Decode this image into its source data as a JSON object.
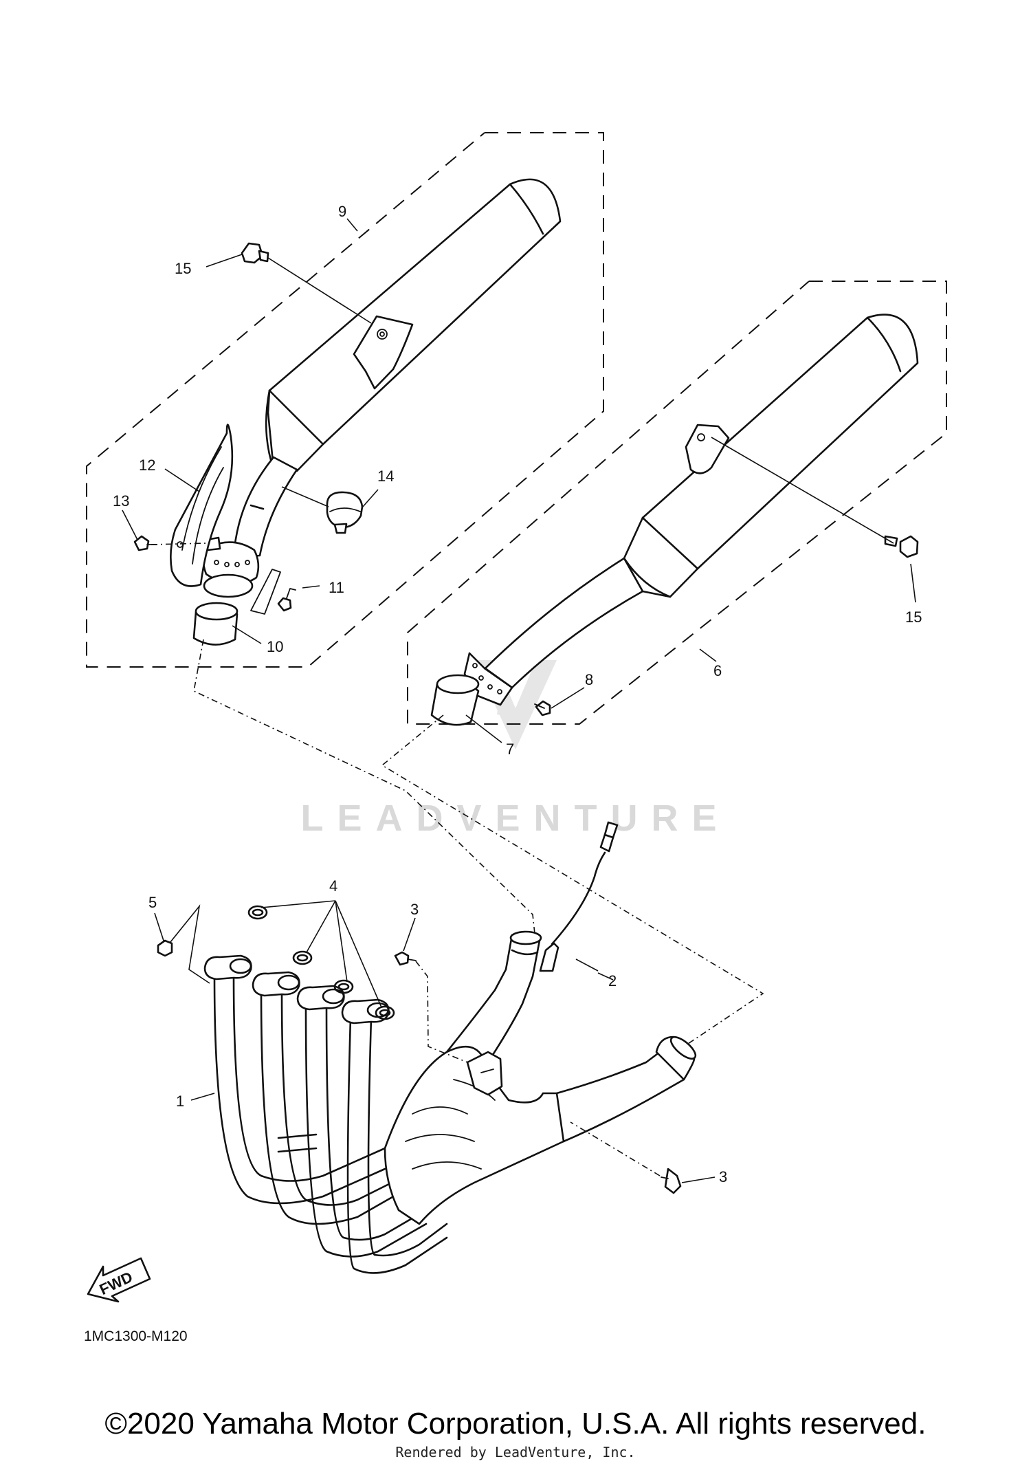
{
  "diagram": {
    "code": "1MC1300-M120",
    "fwd_label": "FWD",
    "watermark_text": "LEADVENTURE",
    "callouts": {
      "c1": "1",
      "c2": "2",
      "c3a": "3",
      "c3b": "3",
      "c4": "4",
      "c5": "5",
      "c6": "6",
      "c7": "7",
      "c8": "8",
      "c9": "9",
      "c10": "10",
      "c11": "11",
      "c12": "12",
      "c13": "13",
      "c14": "14",
      "c15a": "15",
      "c15b": "15"
    }
  },
  "footer": {
    "copyright": "©2020 Yamaha Motor Corporation, U.S.A. All rights reserved.",
    "rendered_by": "Rendered by LeadVenture, Inc."
  }
}
